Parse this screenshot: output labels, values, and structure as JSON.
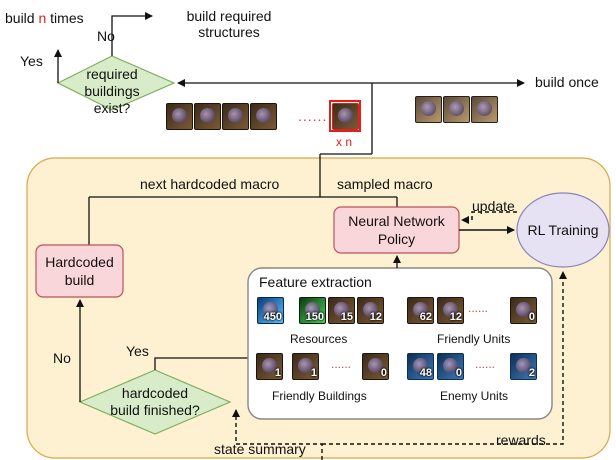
{
  "colors": {
    "panel_fill": "#fdf1d2",
    "panel_stroke": "#d9a84a",
    "pink_fill": "#f9d6d9",
    "pink_stroke": "#c0505a",
    "green_fill": "#d8ecc9",
    "green_stroke": "#7fae5c",
    "lavender_fill": "#e6e2f4",
    "lavender_stroke": "#8a84b8",
    "red_accent": "#e0201b"
  },
  "top": {
    "build_prefix": "build",
    "build_n": "n",
    "build_suffix": "times",
    "no_label": "No",
    "yes_label": "Yes",
    "required_structures": "build required\nstructures",
    "decision": "required\nbuildings exist?",
    "build_once": "build once",
    "xn": "x n",
    "dots": "......"
  },
  "panel": {
    "next_hardcoded_macro": "next hardcoded macro",
    "sampled_macro": "sampled macro",
    "update": "update",
    "rewards": "rewards",
    "state_summary": "state summary",
    "no_label": "No",
    "yes_label": "Yes"
  },
  "nodes": {
    "neural_network_policy": "Neural Network\nPolicy",
    "rl_training": "RL Training",
    "hardcoded_build": "Hardcoded\nbuild",
    "hardcoded_finished": "hardcoded\nbuild finished?"
  },
  "features": {
    "title": "Feature extraction",
    "resources_label": "Resources",
    "resources_values": [
      "450",
      "150",
      "15",
      "12"
    ],
    "friendly_units_label": "Friendly Units",
    "friendly_units_values": [
      "62",
      "12",
      "0"
    ],
    "friendly_buildings_label": "Friendly Buildings",
    "friendly_buildings_values": [
      "1",
      "1",
      "0"
    ],
    "enemy_units_label": "Enemy Units",
    "enemy_units_values": [
      "48",
      "0",
      "2"
    ],
    "dots": "......"
  }
}
